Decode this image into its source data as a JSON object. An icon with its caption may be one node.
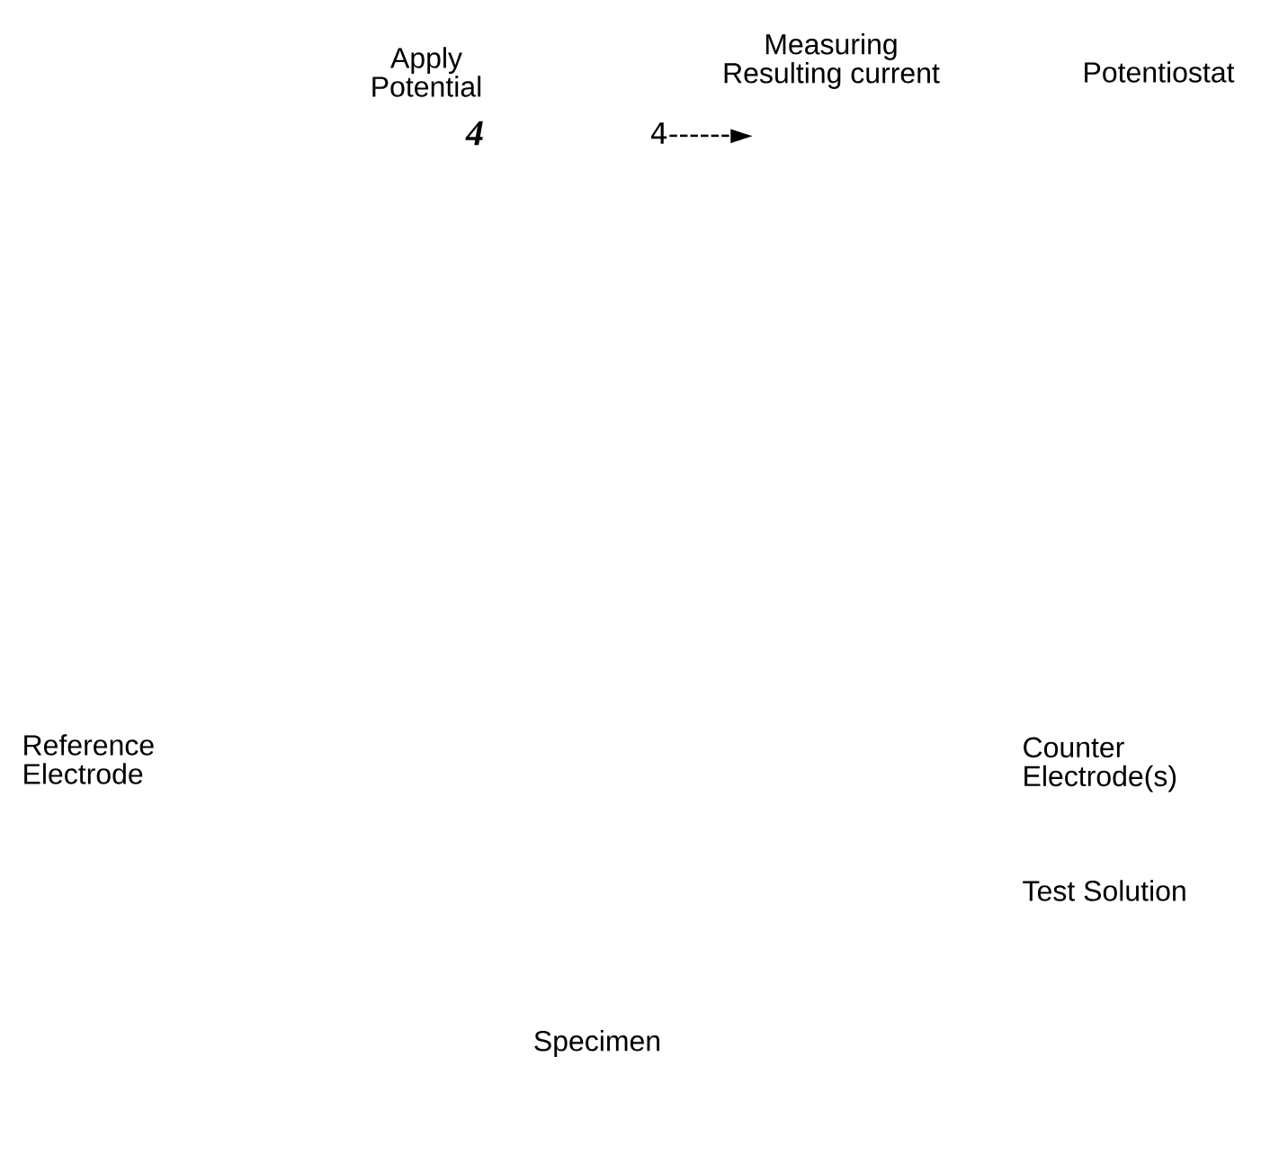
{
  "diagram": {
    "labels": [
      "Apply Potential",
      "Measuring Resulting current",
      "Potentiostat",
      "4",
      "4------►",
      "Reference Electrode",
      "Counter Electrode(s)",
      "Test Solution",
      "Specimen"
    ]
  }
}
